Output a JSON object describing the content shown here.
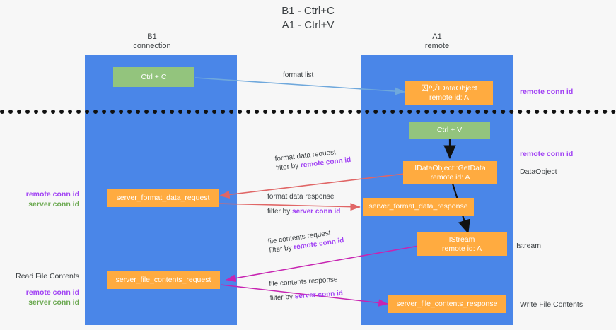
{
  "diagram": {
    "title": "B1 - Ctrl+C\nA1 - Ctrl+V",
    "type": "sequence-swimlane",
    "colors": {
      "lane": "#4a86e8",
      "box_orange": "#ffab40",
      "box_green": "#93c47d",
      "arrow_blue": "#6fa8dc",
      "arrow_red": "#e06666",
      "arrow_magenta": "#c724b1",
      "arrow_black": "#000000",
      "text_purple": "#a142f4",
      "text_green": "#6aa84f",
      "background": "#f7f7f7"
    }
  },
  "lanes": [
    {
      "name": "b1",
      "title": "B1\nconnection"
    },
    {
      "name": "a1",
      "title": "A1\nremote"
    }
  ],
  "nodes": {
    "ctrl_c": {
      "line1": "Ctrl + C",
      "line2": ""
    },
    "data_object_remote": {
      "line1": "囚/ヷIDataObject",
      "line2": "remote id: A"
    },
    "ctrl_v": {
      "line1": "Ctrl + V",
      "line2": ""
    },
    "get_data": {
      "line1": "IDataObject::GetData",
      "line2": "remote id: A"
    },
    "format_req": {
      "line1": "server_format_data_request",
      "line2": ""
    },
    "format_resp": {
      "line1": "server_format_data_response",
      "line2": ""
    },
    "istream": {
      "line1": "IStream",
      "line2": "remote id: A"
    },
    "file_req": {
      "line1": "server_file_contents_request",
      "line2": ""
    },
    "file_resp": {
      "line1": "server_file_contents_response",
      "line2": ""
    }
  },
  "edges": [
    {
      "name": "format-list",
      "line1": "format list",
      "line2": "",
      "line2_accent": ""
    },
    {
      "name": "format-data-request",
      "line1": "format data request",
      "line2": "filter by ",
      "line2_accent": "remote conn id"
    },
    {
      "name": "format-data-response",
      "line1": "format data response",
      "line2": "filter by ",
      "line2_accent": "server conn id"
    },
    {
      "name": "file-contents-request",
      "line1": "file contents request",
      "line2": "filter by ",
      "line2_accent": "remote conn id"
    },
    {
      "name": "file-contents-response",
      "line1": "file contents response",
      "line2": "filter by ",
      "line2_accent": "server conn id"
    }
  ],
  "annotations": {
    "left": [
      {
        "name": "left-conn-ids-format",
        "remote": "remote conn id",
        "server": "server conn id"
      },
      {
        "name": "read-file-contents",
        "heading": "Read File Contents",
        "remote": "remote conn id",
        "server": "server conn id"
      }
    ],
    "right": [
      {
        "name": "right-remote-conn-id-top",
        "text": "remote conn id"
      },
      {
        "name": "right-remote-conn-id-middle",
        "text": "remote conn id"
      },
      {
        "name": "right-data-object",
        "text": "DataObject"
      },
      {
        "name": "right-istream",
        "text": "Istream"
      },
      {
        "name": "right-write-file-contents",
        "text": "Write File Contents"
      }
    ]
  }
}
